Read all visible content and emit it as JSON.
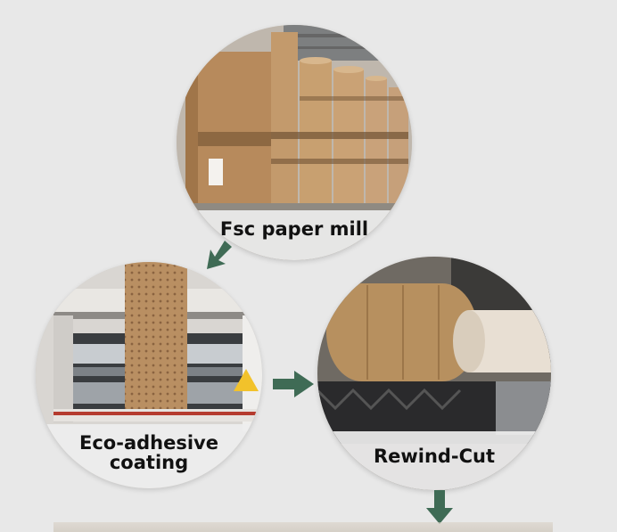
{
  "steps": [
    {
      "label": "Fsc paper mill"
    },
    {
      "label": "Eco-adhesive\ncoating"
    },
    {
      "label": "Rewind-Cut"
    }
  ],
  "colors": {
    "background": "#e8e8e8",
    "arrow": "#3f6b55",
    "label_band": "#eeeeee",
    "kraft": "#b98f62"
  },
  "icons": {
    "arrow_1": "arrow-down-left-icon",
    "arrow_2": "arrow-right-icon",
    "arrow_3": "arrow-down-icon"
  }
}
